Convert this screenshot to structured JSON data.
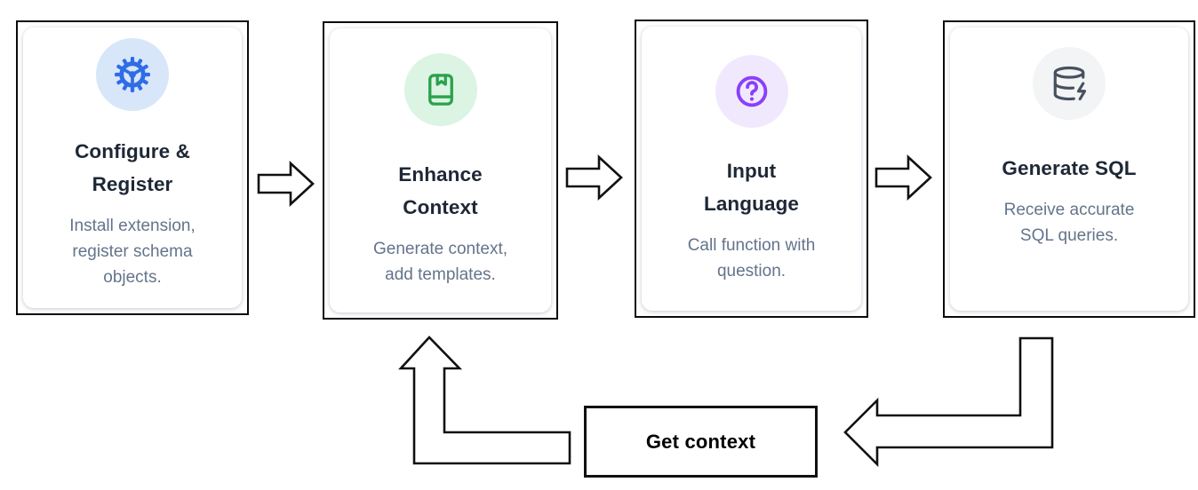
{
  "diagram": {
    "steps": [
      {
        "title": "Configure & Register",
        "title_lines": [
          "Configure &",
          "Register"
        ],
        "description": "Install extension, register schema objects.",
        "icon": "gear-icon",
        "icon_color": "#2f6ce6",
        "icon_bg": "#d8e6fa"
      },
      {
        "title": "Enhance Context",
        "title_lines": [
          "Enhance",
          "Context"
        ],
        "description": "Generate context, add templates.",
        "icon": "book-bookmark-icon",
        "icon_color": "#2aa24c",
        "icon_bg": "#dcf4e3"
      },
      {
        "title": "Input Language",
        "title_lines": [
          "Input",
          "Language"
        ],
        "description": "Call function with question.",
        "icon": "question-circle-icon",
        "icon_color": "#8a3ffc",
        "icon_bg": "#f0e9fd"
      },
      {
        "title": "Generate SQL",
        "title_lines": [
          "Generate SQL"
        ],
        "description": "Receive accurate SQL queries.",
        "icon": "database-zap-icon",
        "icon_color": "#47505e",
        "icon_bg": "#f2f4f5"
      }
    ],
    "loop_label": "Get context",
    "colors": {
      "card_border": "#0a0a0a",
      "title_text": "#1e2735",
      "description_text": "#64748b",
      "arrow_outline": "#111111"
    }
  }
}
